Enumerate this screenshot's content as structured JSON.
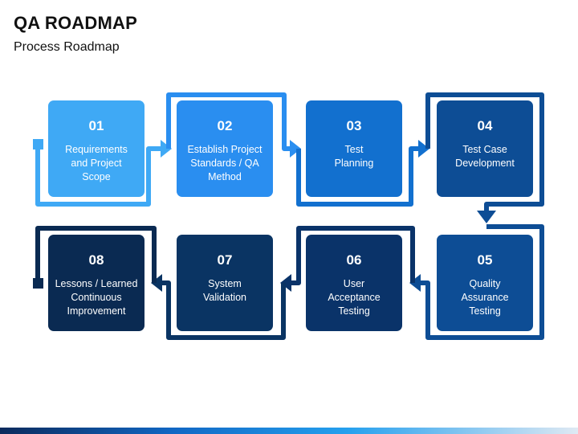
{
  "title": "QA ROADMAP",
  "subtitle": "Process Roadmap",
  "colors": {
    "step1": "#3fa9f5",
    "step2": "#2a8ef0",
    "step3": "#1270cf",
    "step4": "#0d4d95",
    "step5": "#0d4d95",
    "step6": "#0a3369",
    "step7": "#0a3463",
    "step8": "#0a2a52"
  },
  "steps": [
    {
      "num": "01",
      "label": "Requirements\nand Project\nScope"
    },
    {
      "num": "02",
      "label": "Establish Project\nStandards / QA\nMethod"
    },
    {
      "num": "03",
      "label": "Test\nPlanning"
    },
    {
      "num": "04",
      "label": "Test Case\nDevelopment"
    },
    {
      "num": "05",
      "label": "Quality\nAssurance\nTesting"
    },
    {
      "num": "06",
      "label": "User\nAcceptance\nTesting"
    },
    {
      "num": "07",
      "label": "System\nValidation"
    },
    {
      "num": "08",
      "label": "Lessons / Learned\nContinuous\nImprovement"
    }
  ]
}
